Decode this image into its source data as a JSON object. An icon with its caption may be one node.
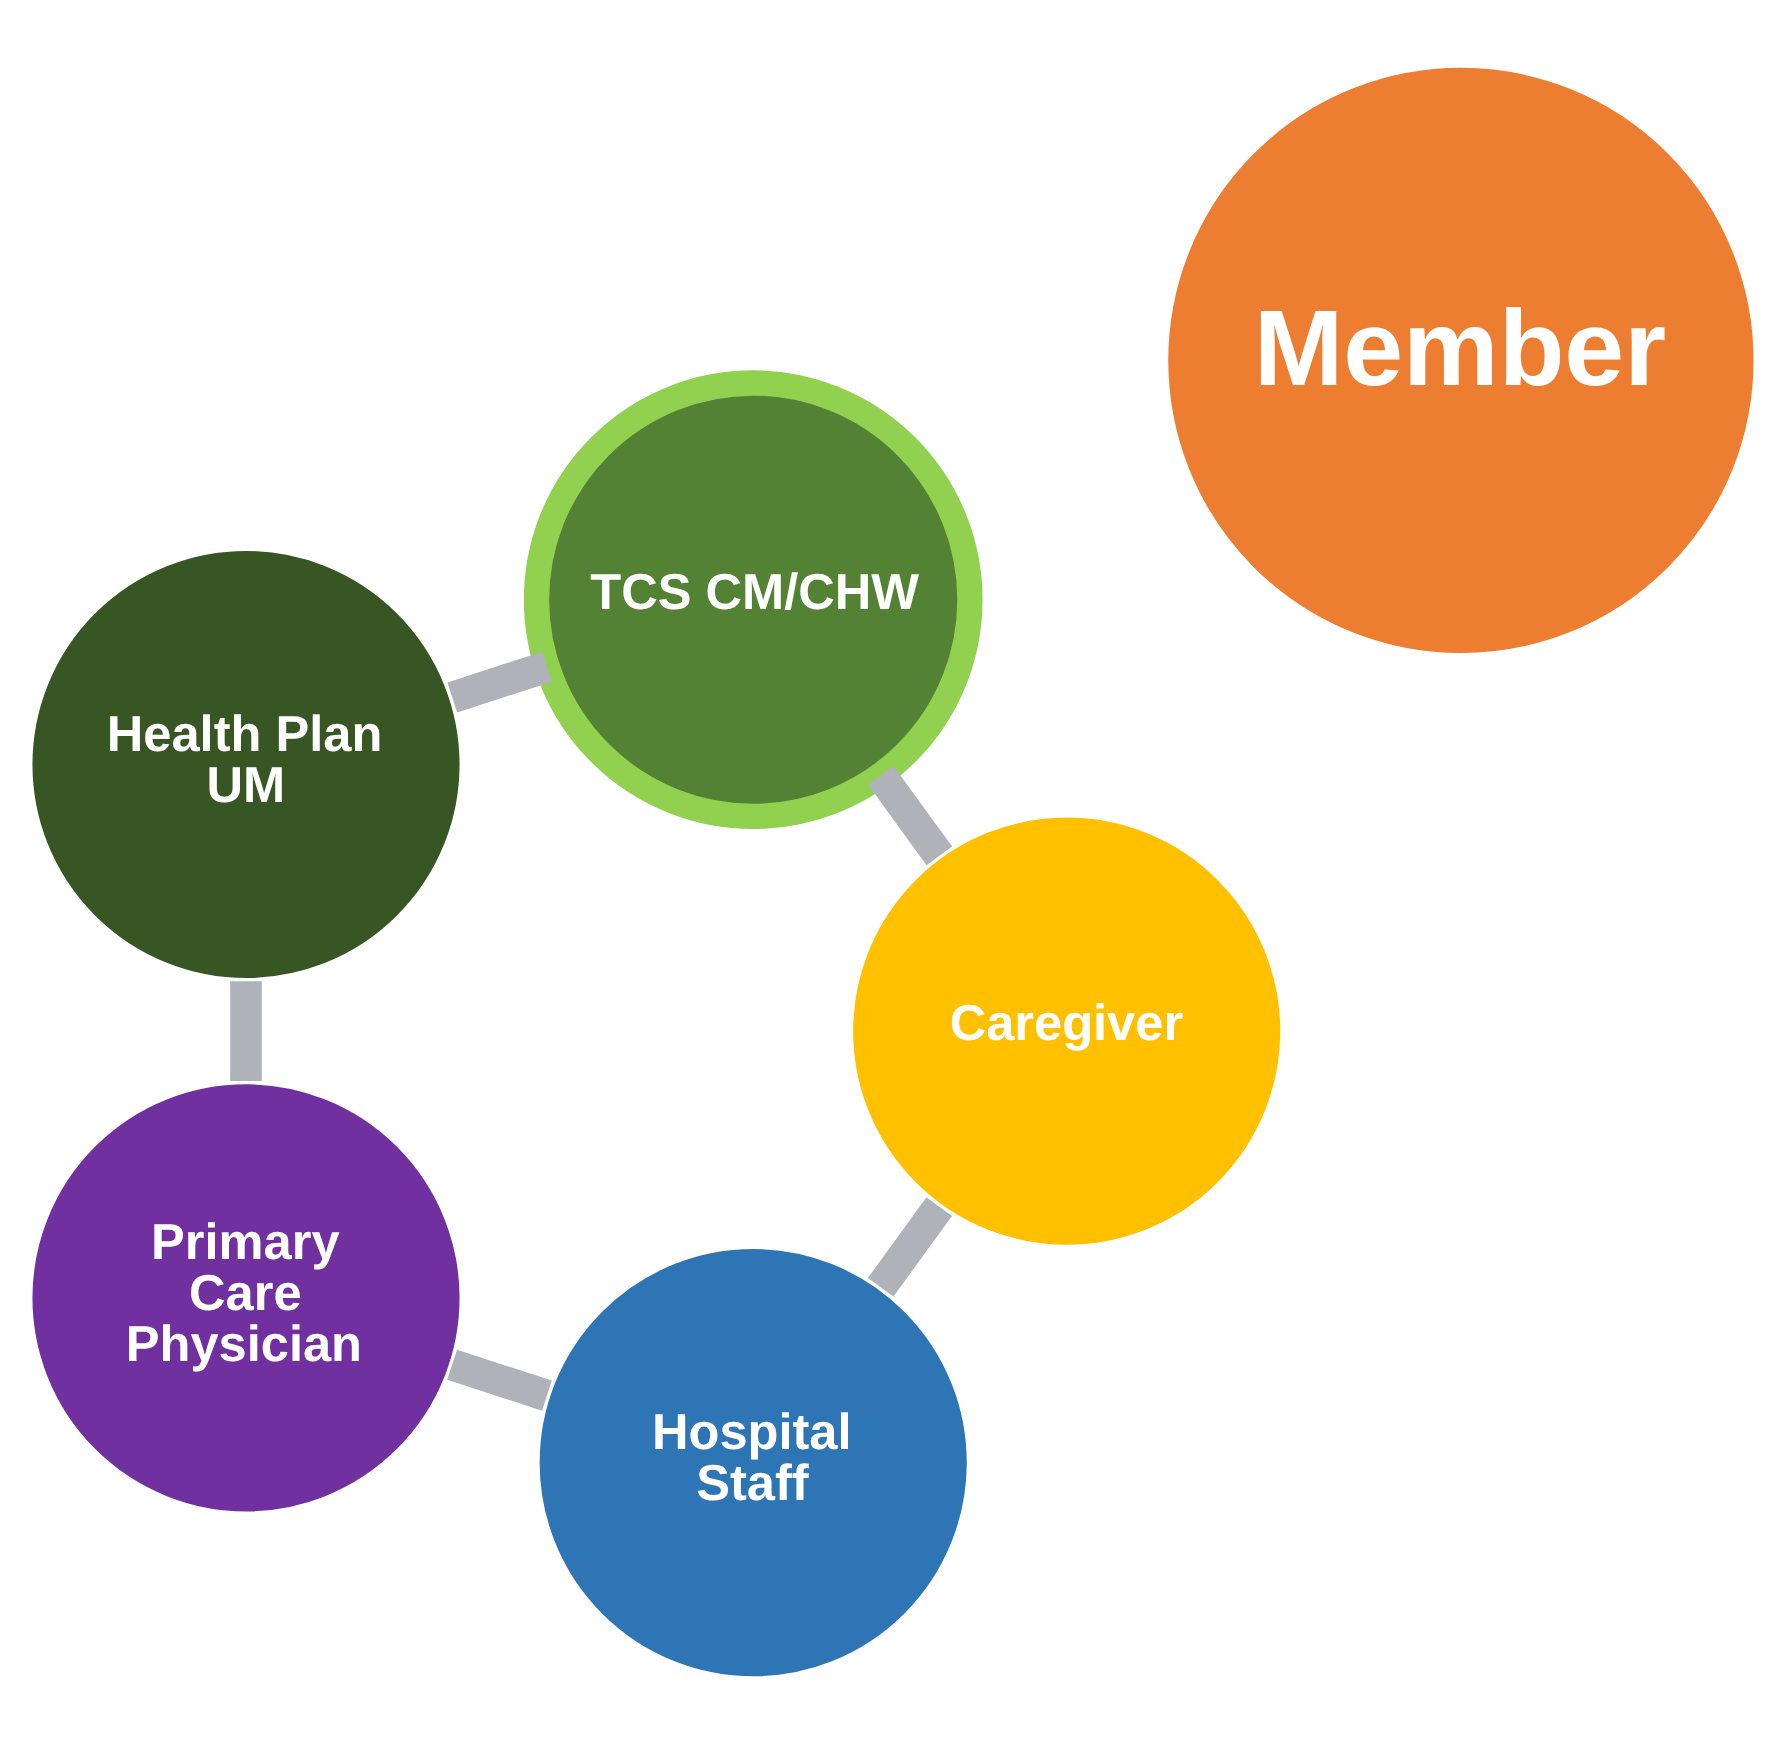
{
  "diagram": {
    "nodes": [
      {
        "text": [
          "Hospital Staff"
        ]
      },
      {
        "text": [
          "Caregiver"
        ]
      },
      {
        "text": [
          "Primary Care Physician"
        ]
      },
      {
        "text": [
          "Member"
        ]
      },
      {
        "text": [
          "TCS CM/CHW"
        ]
      },
      {
        "text": [
          "Health Plan UM"
        ]
      }
    ],
    "edges": [
      {
        "from": 0,
        "to": 2,
        "arrow": "none"
      },
      {
        "from": 2,
        "to": 5,
        "arrow": "none"
      },
      {
        "from": 5,
        "to": 4,
        "arrow": "none"
      },
      {
        "from": 4,
        "to": 1,
        "arrow": "none"
      },
      {
        "from": 1,
        "to": 0,
        "arrow": "none"
      }
    ]
  }
}
